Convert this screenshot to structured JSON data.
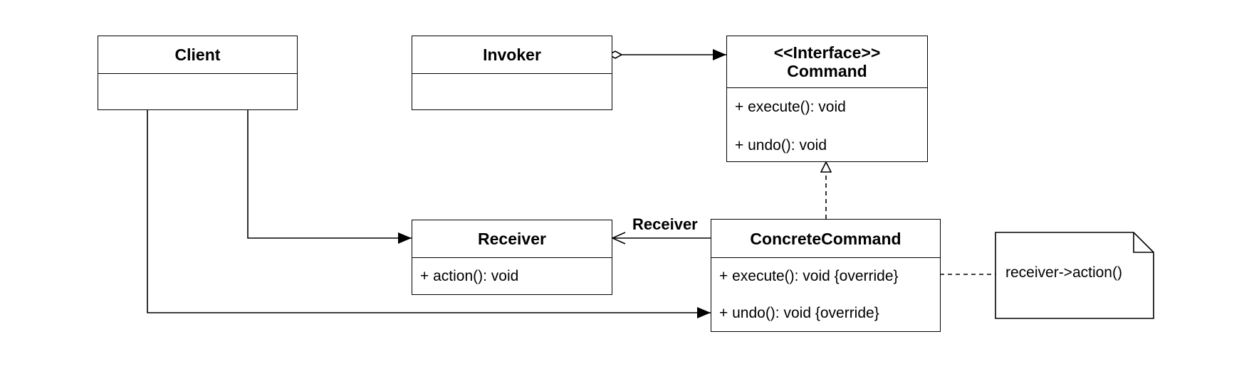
{
  "classes": {
    "client": {
      "name": "Client"
    },
    "invoker": {
      "name": "Invoker"
    },
    "command": {
      "stereotype": "<<Interface>>",
      "name": "Command",
      "ops": [
        "+ execute(): void",
        "+ undo(): void"
      ]
    },
    "receiver": {
      "name": "Receiver",
      "ops": [
        "+ action(): void"
      ]
    },
    "concrete_command": {
      "name": "ConcreteCommand",
      "ops": [
        "+ execute(): void {override}",
        "+ undo(): void {override}"
      ]
    }
  },
  "edge_labels": {
    "receiver": "Receiver"
  },
  "note": {
    "text": "receiver->action()"
  }
}
